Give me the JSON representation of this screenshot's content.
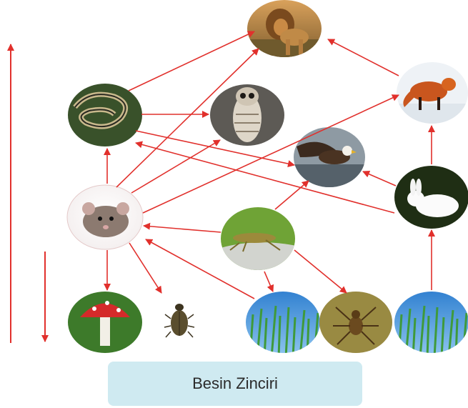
{
  "caption": "Besin Zinciri",
  "colors": {
    "arrow": "#e1302c",
    "caption_bg": "#cfeaf1",
    "grass_sky": "#3a8fd6",
    "grass_green": "#3f9a3a"
  },
  "organisms": [
    {
      "id": "lion",
      "name": "lion-icon"
    },
    {
      "id": "fox",
      "name": "fox-icon"
    },
    {
      "id": "snake",
      "name": "snake-icon"
    },
    {
      "id": "owl",
      "name": "owl-icon"
    },
    {
      "id": "eagle",
      "name": "eagle-icon"
    },
    {
      "id": "rabbit",
      "name": "rabbit-icon"
    },
    {
      "id": "mouse",
      "name": "mouse-icon"
    },
    {
      "id": "grasshopper",
      "name": "grasshopper-icon"
    },
    {
      "id": "mushroom",
      "name": "mushroom-icon"
    },
    {
      "id": "beetle",
      "name": "beetle-icon"
    },
    {
      "id": "grass1",
      "name": "grass-icon"
    },
    {
      "id": "spider",
      "name": "spider-icon"
    },
    {
      "id": "grass2",
      "name": "grass-icon"
    }
  ],
  "links": [
    [
      "snake",
      "lion"
    ],
    [
      "mouse",
      "lion"
    ],
    [
      "fox",
      "lion"
    ],
    [
      "snake",
      "owl"
    ],
    [
      "mouse",
      "owl"
    ],
    [
      "mouse",
      "snake"
    ],
    [
      "rabbit",
      "snake"
    ],
    [
      "snake",
      "eagle"
    ],
    [
      "rabbit",
      "eagle"
    ],
    [
      "grasshopper",
      "eagle"
    ],
    [
      "mouse",
      "fox"
    ],
    [
      "rabbit",
      "fox"
    ],
    [
      "grass2",
      "rabbit"
    ],
    [
      "grasshopper",
      "mouse"
    ],
    [
      "grass1",
      "mouse"
    ],
    [
      "mouse",
      "mushroom"
    ],
    [
      "mouse",
      "beetle"
    ],
    [
      "grasshopper",
      "grass1"
    ],
    [
      "grasshopper",
      "spider"
    ]
  ]
}
